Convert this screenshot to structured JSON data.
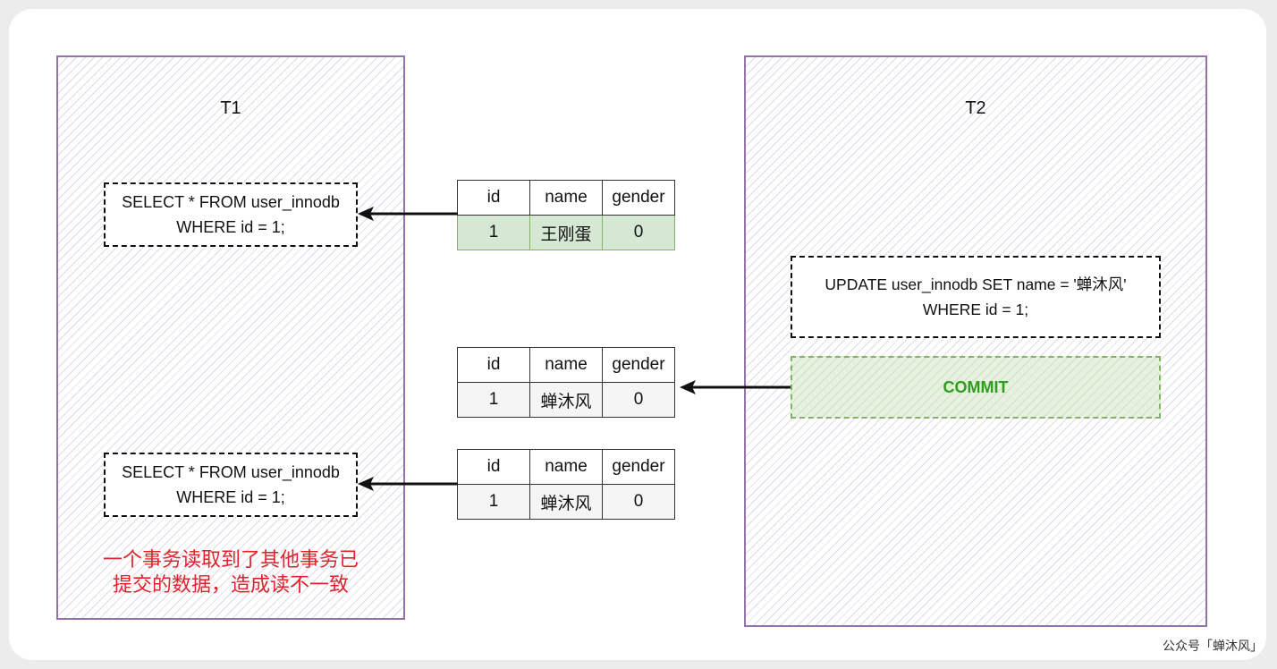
{
  "lanes": {
    "t1": {
      "title": "T1"
    },
    "t2": {
      "title": "T2"
    }
  },
  "t1": {
    "select1": {
      "line1": "SELECT * FROM user_innodb",
      "line2": "WHERE id = 1;"
    },
    "select2": {
      "line1": "SELECT * FROM user_innodb",
      "line2": "WHERE id = 1;"
    },
    "note": {
      "line1": "一个事务读取到了其他事务已",
      "line2": "提交的数据，造成读不一致"
    }
  },
  "t2": {
    "update": {
      "line1": "UPDATE user_innodb SET name = '蝉沐风'",
      "line2": "WHERE id = 1;"
    },
    "commit": "COMMIT"
  },
  "tables": [
    {
      "headers": [
        "id",
        "name",
        "gender"
      ],
      "row": [
        "1",
        "王刚蛋",
        "0"
      ],
      "highlight": "#d5e8d4"
    },
    {
      "headers": [
        "id",
        "name",
        "gender"
      ],
      "row": [
        "1",
        "蝉沐风",
        "0"
      ]
    },
    {
      "headers": [
        "id",
        "name",
        "gender"
      ],
      "row": [
        "1",
        "蝉沐风",
        "0"
      ]
    }
  ],
  "colors": {
    "lane_border": "#9673a6",
    "commit_text": "#2e9e1d",
    "commit_border": "#82b366",
    "note_text": "#e0222a"
  },
  "footer": "公众号「蝉沐风」"
}
